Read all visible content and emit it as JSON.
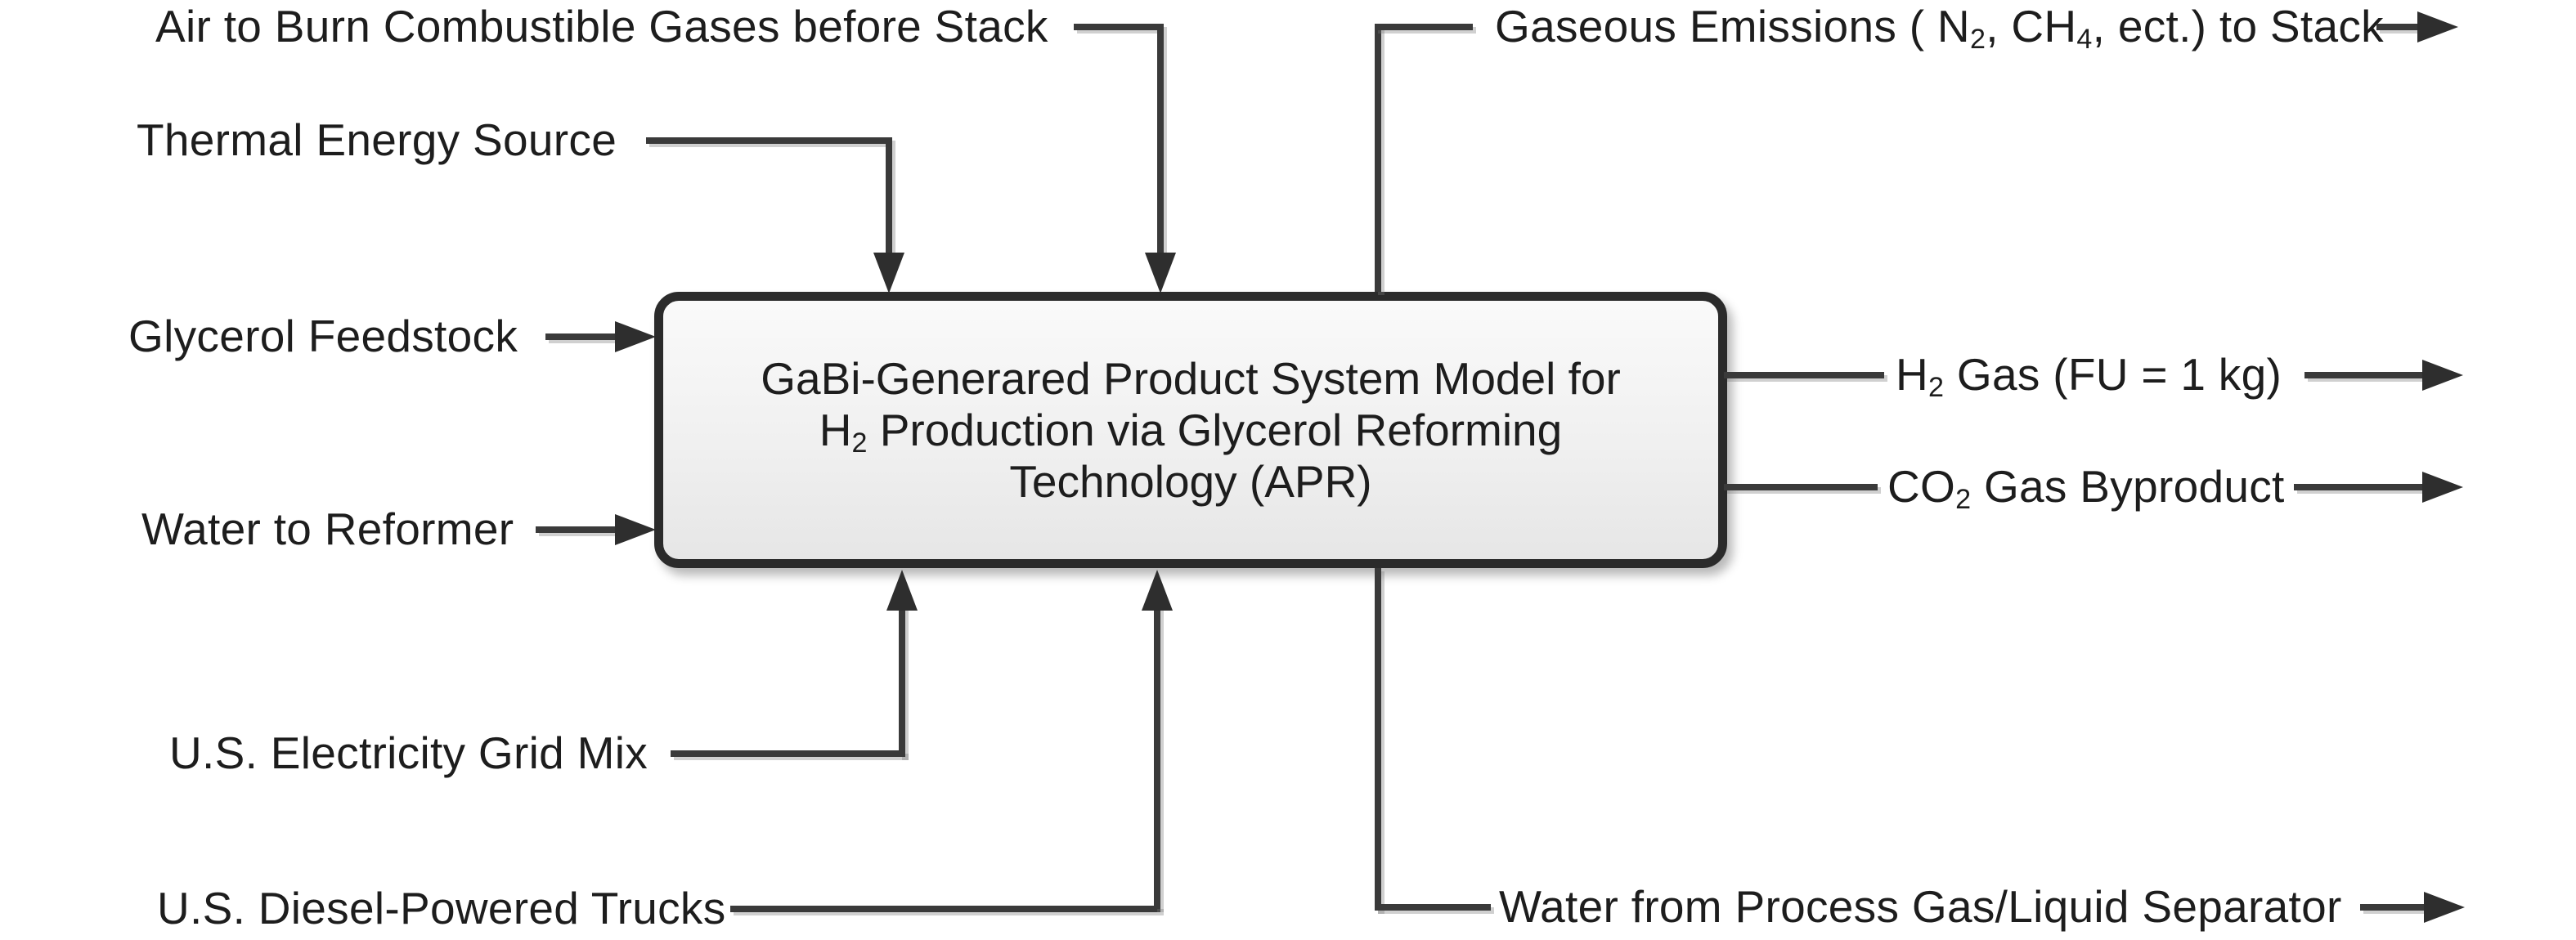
{
  "figure": {
    "type": "process-flow-diagram",
    "colors": {
      "background": "#ffffff",
      "text": "#1d1d1d",
      "connector_line": "#3a3a3a",
      "arrowhead": "#2e2e2e",
      "box_border": "#2b2b2b",
      "box_fill": "#efefef"
    },
    "box": {
      "line1": "GaBi-Generared Product System Model for",
      "line2_pre": "H",
      "line2_sub": "2",
      "line2_post": " Production via Glycerol Reforming",
      "line3": "Technology (APR)"
    },
    "inputs": {
      "air_label": "Air to Burn Combustible Gases before Stack",
      "thermal_label": "Thermal Energy Source",
      "glycerol_label": "Glycerol Feedstock",
      "water_label": "Water to Reformer",
      "grid_label": "U.S. Electricity Grid Mix",
      "diesel_label": "U.S. Diesel-Powered Trucks"
    },
    "outputs": {
      "gaseous_pre": "Gaseous Emissions ( N",
      "gaseous_sub1": "2",
      "gaseous_mid": ", CH",
      "gaseous_sub2": "4",
      "gaseous_post": ", ect.) to Stack",
      "h2_pre": "H",
      "h2_sub": "2",
      "h2_post": " Gas (FU = 1 kg)",
      "co2_pre": "CO",
      "co2_sub": "2",
      "co2_post": " Gas Byproduct",
      "water_label": "Water from Process Gas/Liquid Separator"
    }
  }
}
